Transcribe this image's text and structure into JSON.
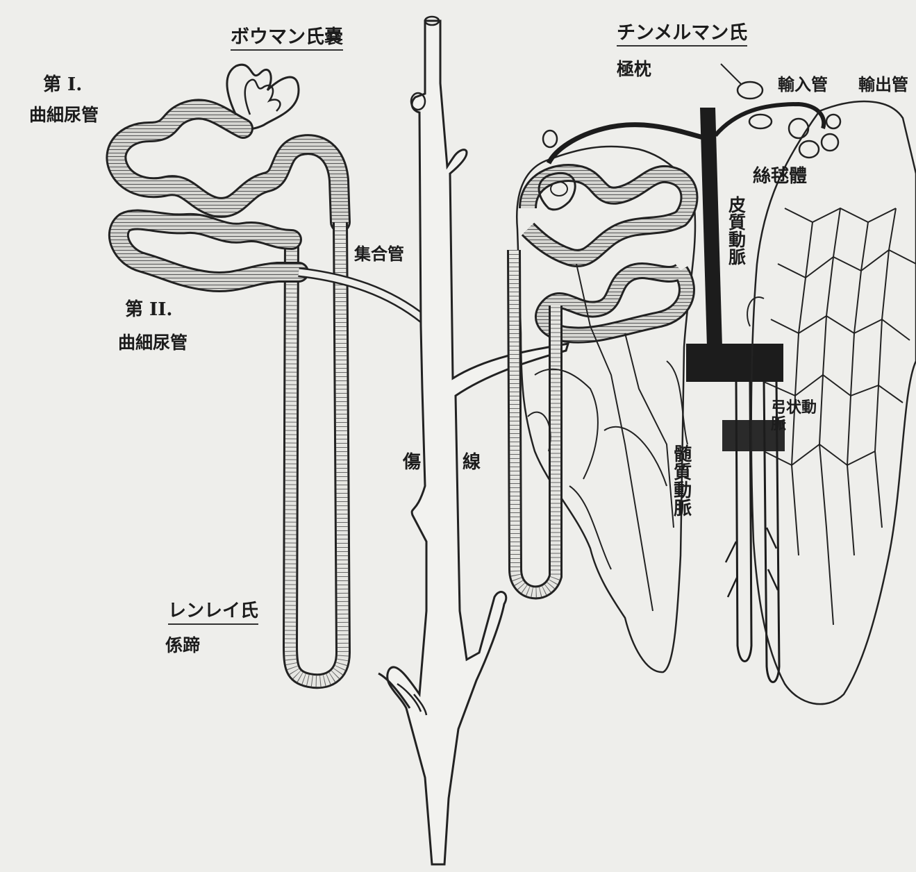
{
  "figure": {
    "labels": {
      "bowman": "ボウマン氏嚢",
      "tubule1_num": "第 I.",
      "tubule1_name": "曲細尿管",
      "tubule2_num": "第 II.",
      "tubule2_name": "曲細尿管",
      "collecting": "集合管",
      "border_a": "傷",
      "border_b": "線",
      "henle_name": "レンレイ氏",
      "henle_loop": "係蹄",
      "zimmermann": "チンメルマン氏",
      "zimmermann_sub": "極枕",
      "afferent": "輸入管",
      "efferent": "輸出管",
      "glomerulus": "絲毬體",
      "cortical_artery": "皮質動脈",
      "arcuate_artery": "弓状動脈",
      "medullary_artery": "髄質動脈"
    },
    "colors": {
      "background": "#eeeeeb",
      "ink": "#1c1c1c",
      "tubule_fill": "#b4b4b0"
    }
  }
}
